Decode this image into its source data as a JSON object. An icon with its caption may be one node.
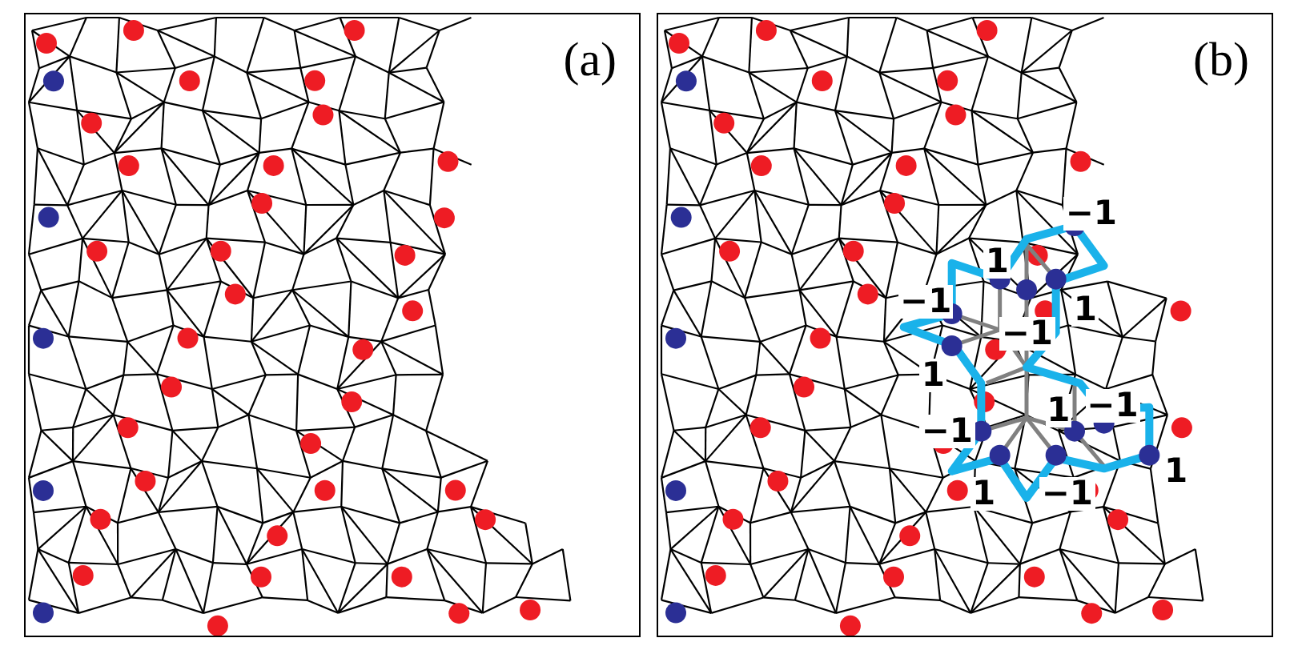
{
  "diagram": {
    "labels": [
      "(a)",
      "(b)",
      "−1",
      "1",
      "−1",
      "1",
      "−1",
      "1",
      "1",
      "−1",
      "−1",
      "1",
      "1",
      "−1"
    ]
  }
}
